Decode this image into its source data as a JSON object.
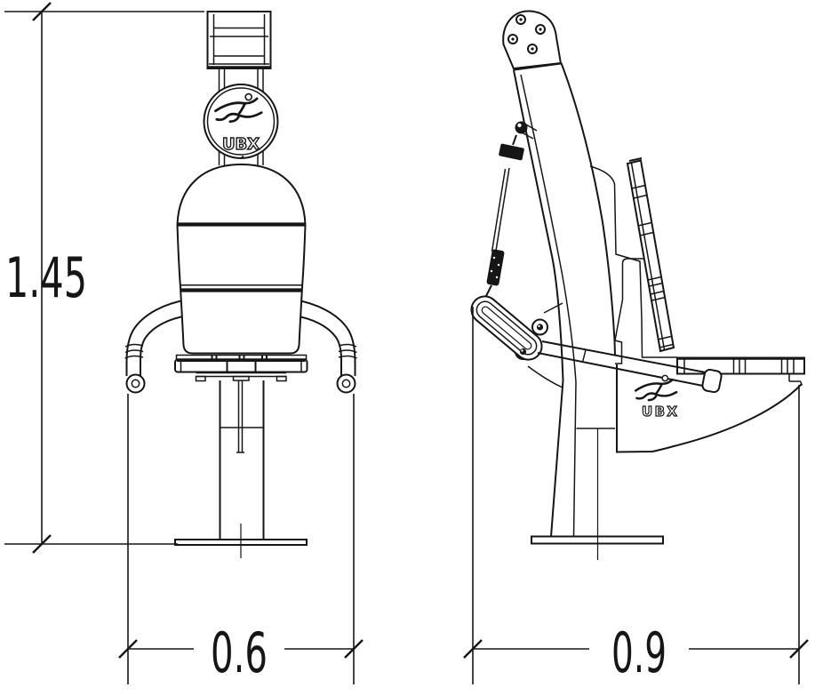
{
  "drawing": {
    "background_color": "#ffffff",
    "line_color": "#161616",
    "dimensions": {
      "overall_height": "1.45",
      "front_width": "0.6",
      "side_depth": "0.9"
    },
    "brand": {
      "logo_text": "UBX",
      "logo_icon": "leaping-runner-icon"
    }
  }
}
